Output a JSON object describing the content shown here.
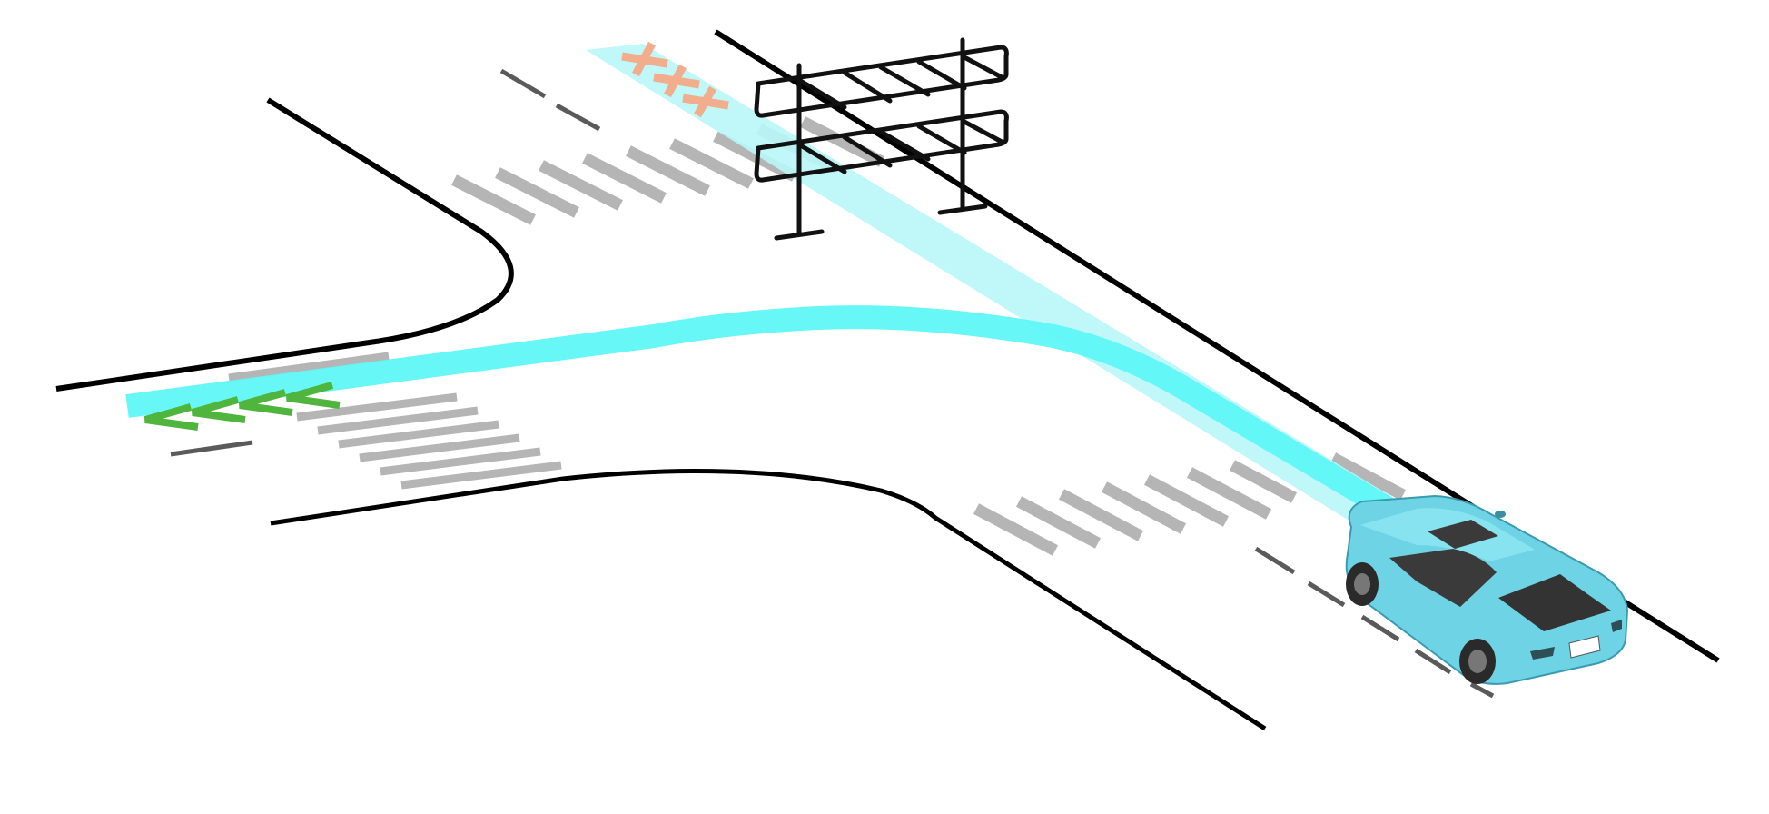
{
  "scene": {
    "type": "intersection-illustration",
    "colors": {
      "background": "#ffffff",
      "road_edge": "#000000",
      "lane_dash": "#555555",
      "crosswalk": "#b5b5b5",
      "planned_path": "#5ff7f7",
      "blocked_path": "#b9f6f8",
      "blocked_marker": "#f2ad8c",
      "allowed_marker": "#4fb53c",
      "barrier": "#111111",
      "vehicle_body": "#6fd3e6",
      "vehicle_glass": "#3a3a3a"
    },
    "icons": [
      "ego-vehicle-icon",
      "road-barrier-icon",
      "blocked-x-marker-icon",
      "allowed-chevron-marker-icon"
    ],
    "paths": [
      {
        "id": "left-turn",
        "status": "allowed"
      },
      {
        "id": "straight",
        "status": "blocked"
      }
    ]
  }
}
